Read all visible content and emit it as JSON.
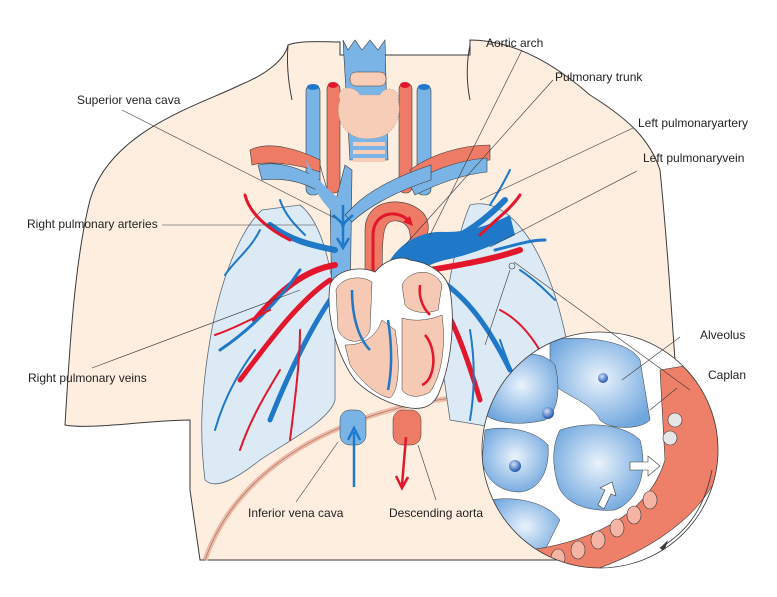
{
  "title": "Pulmonary circulation diagram",
  "labels": {
    "aortic_arch": "Aortic arch",
    "pulmonary_trunk": "Pulmonary trunk",
    "superior_vena_cava": "Superior vena cava",
    "left_pulmonary_artery": "Left pulmonaryartery",
    "left_pulmonary_vein": "Left pulmonaryvein",
    "right_pulmonary_arteries": "Right pulmonary arteries",
    "right_pulmonary_veins": "Right pulmonary veins",
    "alveolus": "Alveolus",
    "caplan": "Caplan",
    "inferior_vena_cava": "Inferior vena cava",
    "descending_aorta": "Descending aorta"
  },
  "colors": {
    "skin": "#fdeee0",
    "outline": "#3a3a3a",
    "lung": "#dceaf6",
    "vein_blue": "#1f78c8",
    "vessel_blue_light": "#7ab4e6",
    "artery_red": "#e2172b",
    "vessel_salmon": "#ee7b66",
    "heart": "#f6c9b4",
    "alveolus_blue": "#8cbbe8",
    "capillary": "#ee7f68",
    "thyroid": "#f7cdb7"
  }
}
